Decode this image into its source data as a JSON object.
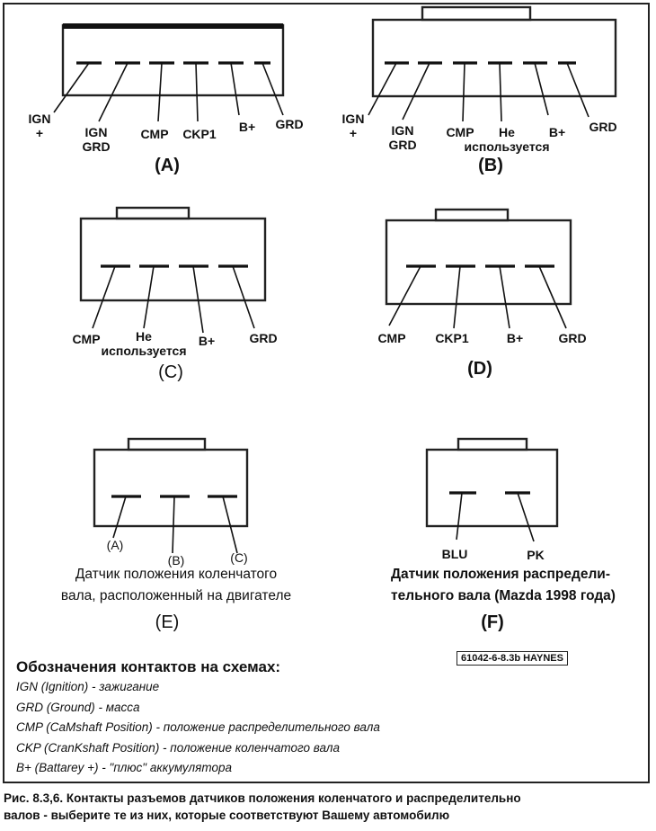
{
  "diagrams": {
    "A": {
      "name": "(A)",
      "pins": [
        {
          "label": [
            "IGN",
            "+"
          ]
        },
        {
          "label": [
            "IGN",
            "GRD"
          ]
        },
        {
          "label": [
            "CMP"
          ]
        },
        {
          "label": [
            "CKP1"
          ]
        },
        {
          "label": [
            "B+"
          ]
        },
        {
          "label": [
            "GRD"
          ]
        }
      ]
    },
    "B": {
      "name": "(B)",
      "pins": [
        {
          "label": [
            "IGN",
            "+"
          ]
        },
        {
          "label": [
            "IGN",
            "GRD"
          ]
        },
        {
          "label": [
            "CMP"
          ]
        },
        {
          "label": [
            "Не",
            "используется"
          ]
        },
        {
          "label": [
            "B+"
          ]
        },
        {
          "label": [
            "GRD"
          ]
        }
      ]
    },
    "C": {
      "name": "(C)",
      "pins": [
        {
          "label": [
            "CMP"
          ]
        },
        {
          "label": [
            "Не",
            "используется"
          ]
        },
        {
          "label": [
            "B+"
          ]
        },
        {
          "label": [
            "GRD"
          ]
        }
      ]
    },
    "D": {
      "name": "(D)",
      "pins": [
        {
          "label": [
            "CMP"
          ]
        },
        {
          "label": [
            "CKP1"
          ]
        },
        {
          "label": [
            "B+"
          ]
        },
        {
          "label": [
            "GRD"
          ]
        }
      ]
    },
    "E": {
      "name": "(E)",
      "pins": [
        {
          "label": [
            "(A)"
          ]
        },
        {
          "label": [
            "(B)"
          ]
        },
        {
          "label": [
            "(C)"
          ]
        }
      ],
      "description": [
        "Датчик положения коленчатого",
        "вала, расположенный на двигателе"
      ]
    },
    "F": {
      "name": "(F)",
      "pins": [
        {
          "label": [
            "BLU"
          ]
        },
        {
          "label": [
            "PK"
          ]
        }
      ],
      "description": [
        "Датчик положения распредели-",
        "тельного вала (Mazda 1998 года)"
      ]
    }
  },
  "reference_code": "61042-6-8.3b HAYNES",
  "legend": {
    "title": "Обозначения контактов на схемах:",
    "items": [
      "IGN (Ignition) - зажигание",
      "GRD (Ground) - масса",
      "CMP (CaMshaft Position) - положение распределительного вала",
      "CKP (CranKshaft Position) - положение коленчатого вала",
      "B+ (Battarey +) - \"плюс\" аккумулятора"
    ]
  },
  "caption": [
    "Рис. 8.3,6. Контакты разъемов датчиков положения коленчатого и распределительно",
    "валов - выберите те из них, которые соответствуют Вашему автомобилю"
  ]
}
